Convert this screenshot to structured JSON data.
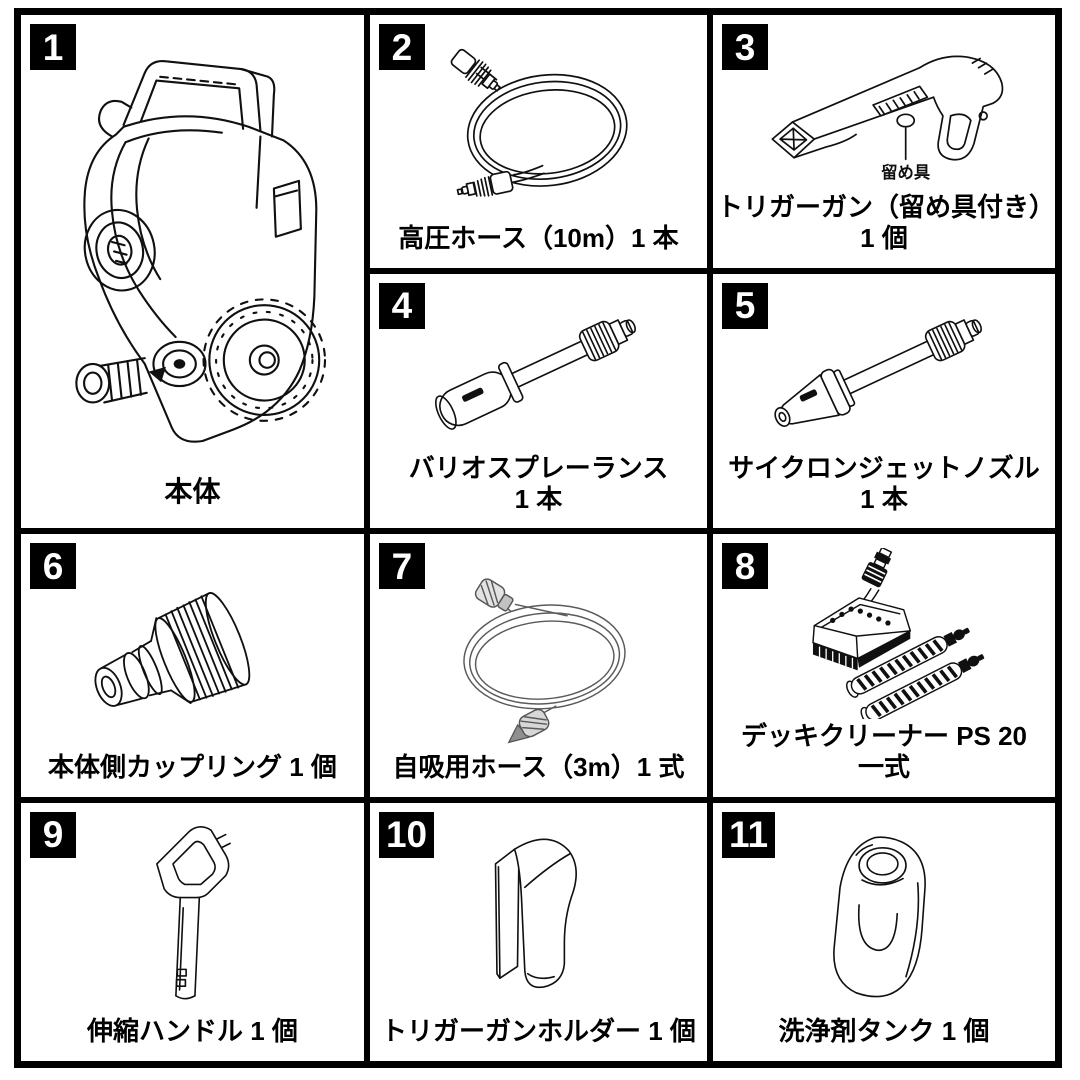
{
  "palette": {
    "background": "#ffffff",
    "line_art": "#101010",
    "grid_border": "#000000",
    "badge_bg": "#000000",
    "badge_text": "#ffffff"
  },
  "cells": [
    {
      "number": "1",
      "label": "本体",
      "illustration": "pressure-washer-main-unit"
    },
    {
      "number": "2",
      "label": "高圧ホース（10m）1 本",
      "illustration": "high-pressure-hose-coil"
    },
    {
      "number": "3",
      "label": "トリガーガン（留め具付き）",
      "label2": "1 個",
      "annotation": "留め具",
      "illustration": "trigger-gun"
    },
    {
      "number": "4",
      "label": "バリオスプレーランス",
      "label2": "1 本",
      "illustration": "vario-spray-lance"
    },
    {
      "number": "5",
      "label": "サイクロンジェットノズル",
      "label2": "1 本",
      "illustration": "cyclone-jet-nozzle"
    },
    {
      "number": "6",
      "label": "本体側カップリング 1 個",
      "illustration": "machine-side-coupling"
    },
    {
      "number": "7",
      "label": "自吸用ホース（3m）1 式",
      "illustration": "self-priming-hose-coil"
    },
    {
      "number": "8",
      "label": "デッキクリーナー PS 20",
      "label2": "一式",
      "illustration": "deck-cleaner-ps20-set"
    },
    {
      "number": "9",
      "label": "伸縮ハンドル 1 個",
      "illustration": "telescopic-handle"
    },
    {
      "number": "10",
      "label": "トリガーガンホルダー 1 個",
      "illustration": "trigger-gun-holder"
    },
    {
      "number": "11",
      "label": "洗浄剤タンク 1 個",
      "illustration": "detergent-tank"
    }
  ]
}
